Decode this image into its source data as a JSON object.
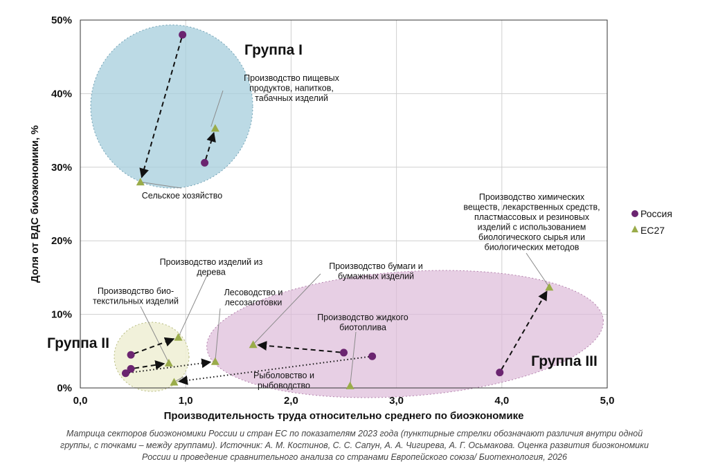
{
  "chart_data": {
    "type": "scatter",
    "xlabel": "Производительность труда относительно среднего по биоэкономике",
    "ylabel": "Доля от ВДС биоэкономики, %",
    "xlim": [
      0,
      5
    ],
    "ylim": [
      0,
      50
    ],
    "x_ticks": [
      "0,0",
      "1,0",
      "2,0",
      "3,0",
      "4,0",
      "5,0"
    ],
    "y_ticks": [
      "0%",
      "10%",
      "20%",
      "30%",
      "40%",
      "50%"
    ],
    "grid": true,
    "legend": {
      "position": "right",
      "items": [
        {
          "label": "Россия",
          "color": "#6b2470",
          "marker": "circle"
        },
        {
          "label": "ЕС27",
          "color": "#9aac4a",
          "marker": "triangle"
        }
      ]
    },
    "series": [
      {
        "name": "Россия",
        "points": [
          [
            0.97,
            48.0
          ],
          [
            1.18,
            30.6
          ],
          [
            0.48,
            4.5
          ],
          [
            0.48,
            2.6
          ],
          [
            0.43,
            2.0
          ],
          [
            2.5,
            4.8
          ],
          [
            2.77,
            4.3
          ],
          [
            3.98,
            2.1
          ]
        ]
      },
      {
        "name": "ЕС27",
        "points": [
          [
            0.57,
            28.0
          ],
          [
            1.28,
            35.3
          ],
          [
            0.93,
            6.9
          ],
          [
            0.84,
            3.4
          ],
          [
            1.28,
            3.6
          ],
          [
            1.64,
            5.9
          ],
          [
            0.89,
            0.8
          ],
          [
            2.56,
            0.3
          ],
          [
            4.45,
            13.7
          ]
        ]
      }
    ],
    "arrows": [
      {
        "style": "dashed",
        "from": [
          0.97,
          48.0
        ],
        "to": [
          0.57,
          28.0
        ]
      },
      {
        "style": "dashed",
        "from": [
          1.18,
          30.6
        ],
        "to": [
          1.28,
          35.3
        ]
      },
      {
        "style": "dashed",
        "from": [
          0.48,
          4.5
        ],
        "to": [
          0.93,
          6.9
        ]
      },
      {
        "style": "dashed",
        "from": [
          0.48,
          2.6
        ],
        "to": [
          0.84,
          3.4
        ]
      },
      {
        "style": "dashed",
        "from": [
          2.5,
          4.8
        ],
        "to": [
          1.64,
          5.9
        ]
      },
      {
        "style": "dashed",
        "from": [
          3.98,
          2.1
        ],
        "to": [
          4.45,
          13.7
        ]
      },
      {
        "style": "dotted",
        "from": [
          0.43,
          2.0
        ],
        "to": [
          1.28,
          3.6
        ]
      },
      {
        "style": "dotted",
        "from": [
          2.77,
          4.3
        ],
        "to": [
          0.89,
          0.8
        ]
      }
    ],
    "groups": [
      {
        "label": "Группа I",
        "color": "#a6cedc"
      },
      {
        "label": "Группа II",
        "color": "#eff0d6"
      },
      {
        "label": "Группа III",
        "color": "#ddbad9"
      }
    ],
    "annotations": [
      {
        "lines": [
          "Производство пищевых",
          "продуктов,  напитков,",
          "табачных изделий"
        ],
        "anchor": [
          1.24,
          35.5
        ]
      },
      {
        "lines": [
          "Сельское хозяйство"
        ],
        "anchor": [
          0.57,
          28.0
        ]
      },
      {
        "lines": [
          "Производство химических",
          "веществ, лекарственных средств,",
          "пластмассовых и резиновых",
          "изделий с использованием",
          "биологического сырья или",
          "биологических методов"
        ],
        "anchor": [
          4.45,
          13.7
        ]
      },
      {
        "lines": [
          "Производство изделий из",
          "дерева"
        ],
        "anchor": [
          0.93,
          6.9
        ]
      },
      {
        "lines": [
          "Производство био-",
          "текстильных изделий"
        ],
        "anchor": [
          0.84,
          3.4
        ]
      },
      {
        "lines": [
          "Лесоводство и",
          "лесозаготовки"
        ],
        "anchor": [
          1.28,
          3.6
        ]
      },
      {
        "lines": [
          "Производство бумаги и",
          "бумажных изделий"
        ],
        "anchor": [
          1.64,
          5.9
        ]
      },
      {
        "lines": [
          "Производство жидкого",
          "биотоплива"
        ],
        "anchor": [
          2.56,
          0.3
        ]
      },
      {
        "lines": [
          "Рыболовство и",
          "рыбоводство"
        ],
        "anchor": [
          0.89,
          0.8
        ]
      }
    ]
  },
  "caption": {
    "line1": "Матрица секторов биоэкономики России и стран ЕС по показателям 2023 года (пунктирные стрелки обозначают различия внутри одной",
    "line2": "группы, с точками – между группами). Источник: А. М. Костинов, С. С. Сапун, А. А. Чигирева, А. Г. Осьмакова. Оценка развития биоэкономики",
    "line3": "России и проведение сравнительного анализа со странами Европейского союза/ Биотехнология, 2026"
  }
}
